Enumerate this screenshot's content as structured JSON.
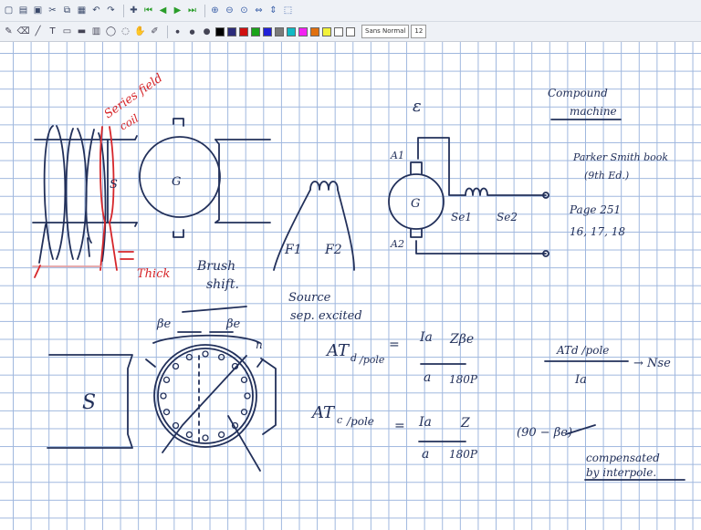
{
  "toolbar": {
    "font_name": "Sans Normal",
    "font_size": "12",
    "icons": [
      "new-icon",
      "open-icon",
      "save-icon",
      "cut-icon",
      "copy-icon",
      "paste-icon",
      "undo-icon",
      "redo-icon",
      "insert-page-icon",
      "first-page-icon",
      "prev-page-icon",
      "next-page-icon",
      "last-page-icon",
      "zoom-in-icon",
      "zoom-out-icon",
      "zoom-fit-icon",
      "zoom-width-icon",
      "zoom-height-icon",
      "select-icon"
    ],
    "tool_icons": [
      "pen-icon",
      "eraser-icon",
      "line-icon",
      "text-icon",
      "image-icon",
      "highlighter-icon",
      "ruler-icon",
      "shape-icon",
      "lasso-icon",
      "hand-icon",
      "pen-tool-icon"
    ],
    "colors": [
      "#000000",
      "#2b2b7a",
      "#d01010",
      "#1aa31a",
      "#2020d8",
      "#7a7a7a",
      "#0fb9c4",
      "#f222f2",
      "#e07010",
      "#f2f23a",
      "#ffffff",
      "#ffffff"
    ]
  },
  "notes": {
    "series_field": "Series field",
    "coil": "coil",
    "s_left": "S",
    "g_left": "G",
    "thick": "Thick",
    "brush": "Brush",
    "shift": "shift.",
    "beta_e1": "βe",
    "beta_e2": "βe",
    "n_label": "n",
    "s_bottom": "S",
    "f1": "F1",
    "f2": "F2",
    "source": "Source",
    "sep_excited": "sep. excited",
    "epsilon": "ε",
    "a1": "A1",
    "a2": "A2",
    "g_mid": "G",
    "se1": "Se1",
    "se2": "Se2",
    "compound": "Compound",
    "machine": "machine",
    "book1": "Parker Smith book",
    "book2": "(9th Ed.)",
    "page": "Page 251",
    "pages": "16, 17, 18",
    "atd": "AT",
    "atd_sub": "d",
    "pole": "/pole",
    "eq1": "=",
    "ia1": "Ia",
    "a_1": "a",
    "zbeta": "Zβe",
    "p180_1": "180P",
    "atc": "AT",
    "atc_sub": "c",
    "pole2": "/pole",
    "eq2": "=",
    "ia2": "Ia",
    "a_2": "a",
    "z2": "Z",
    "p180_2": "180P",
    "bracket": "(90 − βe)",
    "atd_pole_top": "ATd /pole",
    "ia_bottom": "Ia",
    "nse": "→ Nse",
    "compensated": "compensated",
    "interpole": "by interpole."
  }
}
